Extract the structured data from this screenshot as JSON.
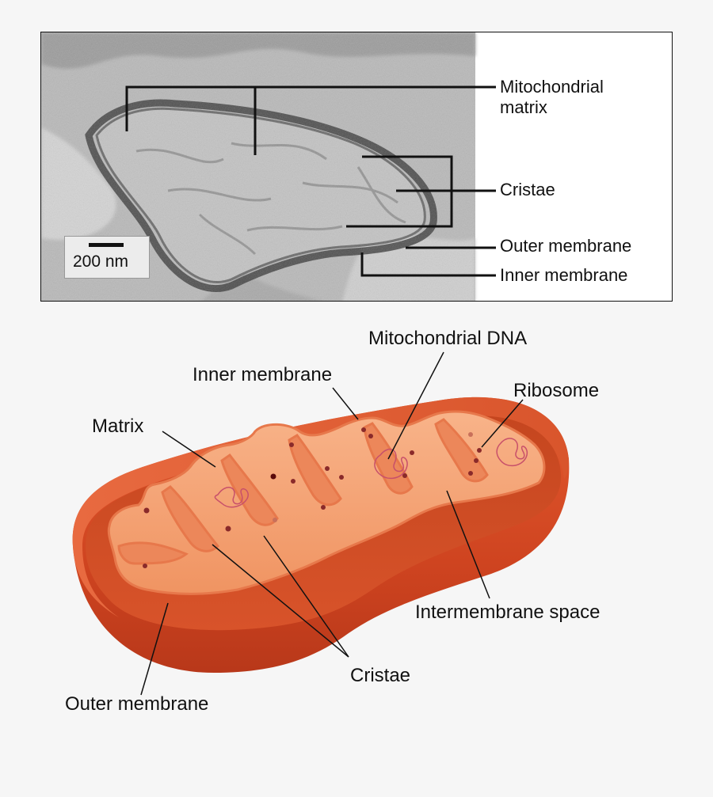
{
  "micrograph": {
    "scale_bar": "200 nm",
    "labels": {
      "matrix": "Mitochondrial\nmatrix",
      "cristae": "Cristae",
      "outer_membrane": "Outer membrane",
      "inner_membrane": "Inner membrane"
    }
  },
  "diagram": {
    "labels": {
      "mitochondrial_dna": "Mitochondrial DNA",
      "inner_membrane": "Inner membrane",
      "ribosome": "Ribosome",
      "matrix": "Matrix",
      "intermembrane_space": "Intermembrane space",
      "cristae": "Cristae",
      "outer_membrane": "Outer membrane"
    }
  },
  "colors": {
    "outer_shell": "#d2461f",
    "shell_dark": "#a8321a",
    "inner_floor": "#f3926a",
    "cristae_fill": "#f7a877",
    "cristae_edge": "#e8794d",
    "dot": "#8a2a2a"
  }
}
